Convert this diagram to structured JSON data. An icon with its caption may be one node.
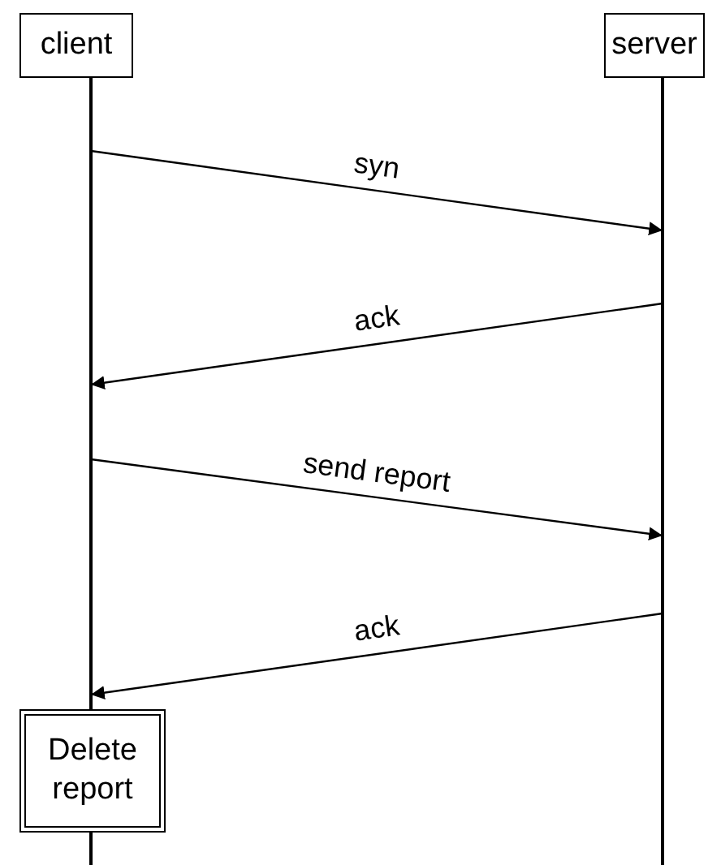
{
  "diagram": {
    "nodes": [
      {
        "text": [
          "client"
        ]
      },
      {
        "text": [
          "server"
        ]
      },
      {
        "text": [
          "Delete report"
        ]
      },
      {
        "text": [],
        "shape": "line"
      },
      {
        "text": [],
        "shape": "line"
      }
    ],
    "edges": [
      {
        "from": 3,
        "to": 4,
        "arrow": "to",
        "label": "syn"
      },
      {
        "from": 4,
        "to": 3,
        "arrow": "to",
        "label": "ack"
      },
      {
        "from": 3,
        "to": 4,
        "arrow": "to",
        "label": "send report"
      },
      {
        "from": 4,
        "to": 3,
        "arrow": "to",
        "label": "ack"
      }
    ]
  }
}
